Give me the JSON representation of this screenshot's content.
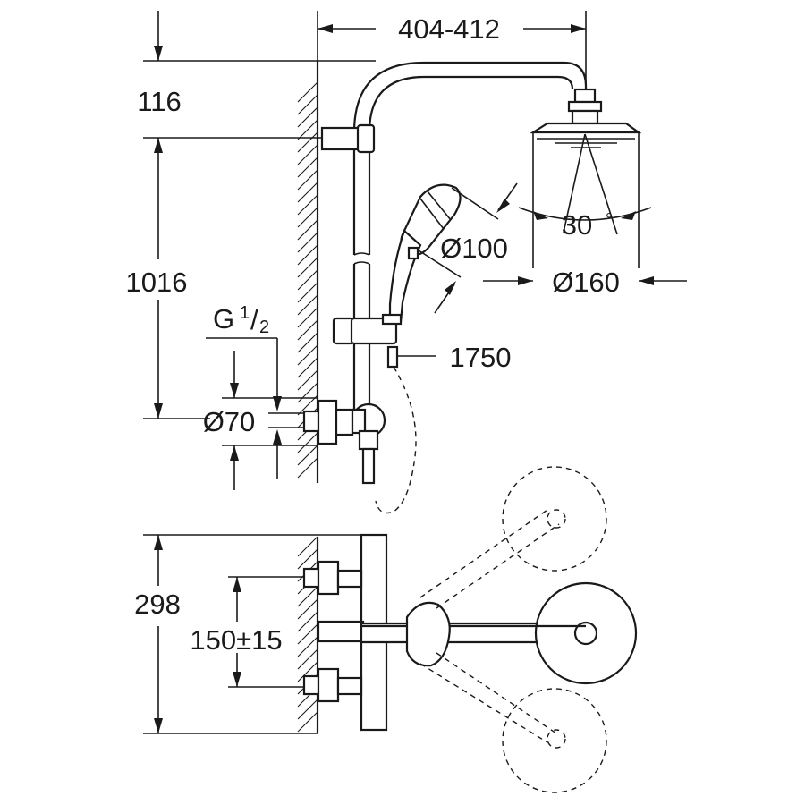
{
  "dimensions": {
    "arm_projection": "404-412",
    "top_offset": "116",
    "rail_height": "1016",
    "thread_main": "G",
    "thread_num": "1",
    "thread_den": "2",
    "body_diameter": "Ø70",
    "hand_shower_diameter": "Ø100",
    "head_shower_diameter": "Ø160",
    "spray_angle": "30",
    "angle_unit": "°",
    "hose_length": "1750",
    "plan_depth": "298",
    "inlet_spacing": "150±15"
  },
  "colors": {
    "line": "#1a1a1a",
    "background": "#ffffff"
  }
}
